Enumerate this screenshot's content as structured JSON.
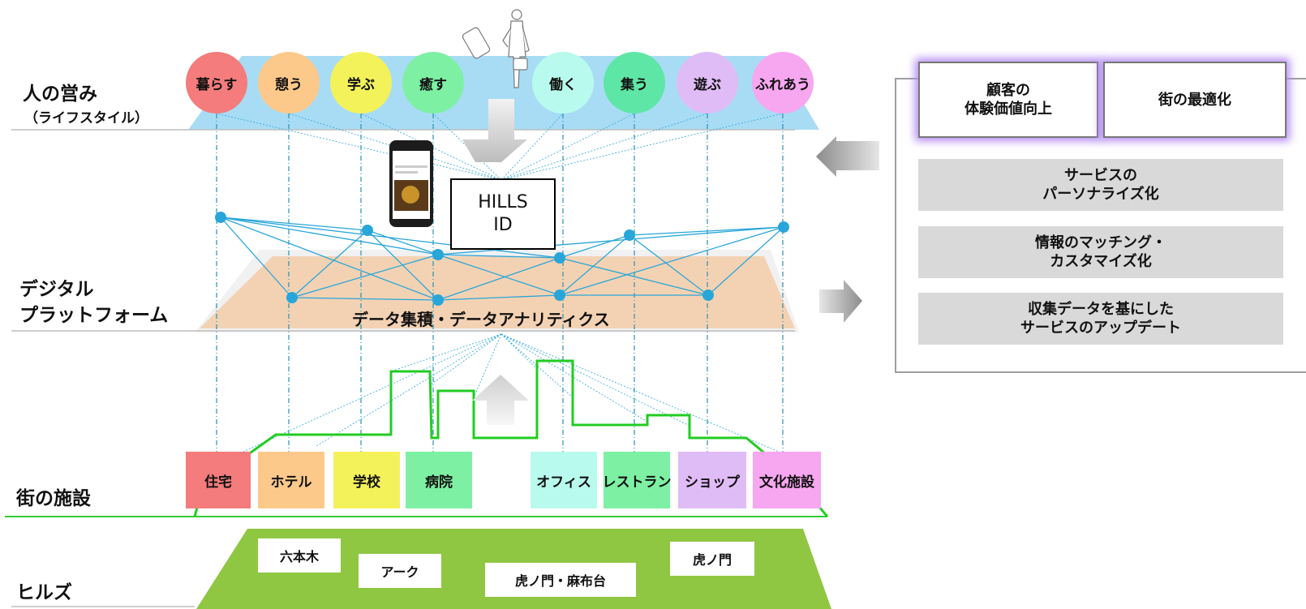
{
  "layers": {
    "lifestyle_title": "人の営み",
    "lifestyle_sub": "（ライフスタイル）",
    "platform_line1": "デジタル",
    "platform_line2": "プラットフォーム",
    "facilities_title": "街の施設",
    "hills_title": "ヒルズ"
  },
  "activities": [
    {
      "label": "暮らす",
      "color": "#f47c7c"
    },
    {
      "label": "憩う",
      "color": "#fcc98a"
    },
    {
      "label": "学ぶ",
      "color": "#f3f25a"
    },
    {
      "label": "癒す",
      "color": "#7ef0a3"
    },
    {
      "label": "働く",
      "color": "#b8fbee"
    },
    {
      "label": "集う",
      "color": "#5ee6a6"
    },
    {
      "label": "遊ぶ",
      "color": "#e0bcf6"
    },
    {
      "label": "ふれあう",
      "color": "#f7a6f0"
    }
  ],
  "facilities": [
    {
      "label": "住宅",
      "color": "#f47c7c"
    },
    {
      "label": "ホテル",
      "color": "#fcc98a"
    },
    {
      "label": "学校",
      "color": "#f3f25a"
    },
    {
      "label": "病院",
      "color": "#7ef0a3"
    },
    {
      "label": "オフィス",
      "color": "#b8fbee"
    },
    {
      "label": "レストラン",
      "color": "#7ef0a3"
    },
    {
      "label": "ショップ",
      "color": "#e0bcf6"
    },
    {
      "label": "文化施設",
      "color": "#f7a6f0"
    }
  ],
  "platform": {
    "id_line1": "HILLS",
    "id_line2": "ID",
    "analytics_label": "データ集積・データアナリティクス"
  },
  "hills": [
    "六本木",
    "アーク",
    "虎ノ門・麻布台",
    "虎ノ門"
  ],
  "outcomes": {
    "goals": [
      "顧客の\n体験価値向上",
      "街の最適化"
    ],
    "effects": [
      "サービスの\nパーソナライズ化",
      "情報のマッチング・\nカスタマイズ化",
      "収集データを基にした\nサービスのアップデート"
    ]
  },
  "colors": {
    "lifestyle_band": "#a8dcf5",
    "platform_band": "#f3d2b3",
    "network": "#29a6d9",
    "skyline": "#22cc22",
    "hills_base": "#8fc742",
    "goal_glow": "#b58cf2",
    "arrow": "#8c8c8c"
  }
}
